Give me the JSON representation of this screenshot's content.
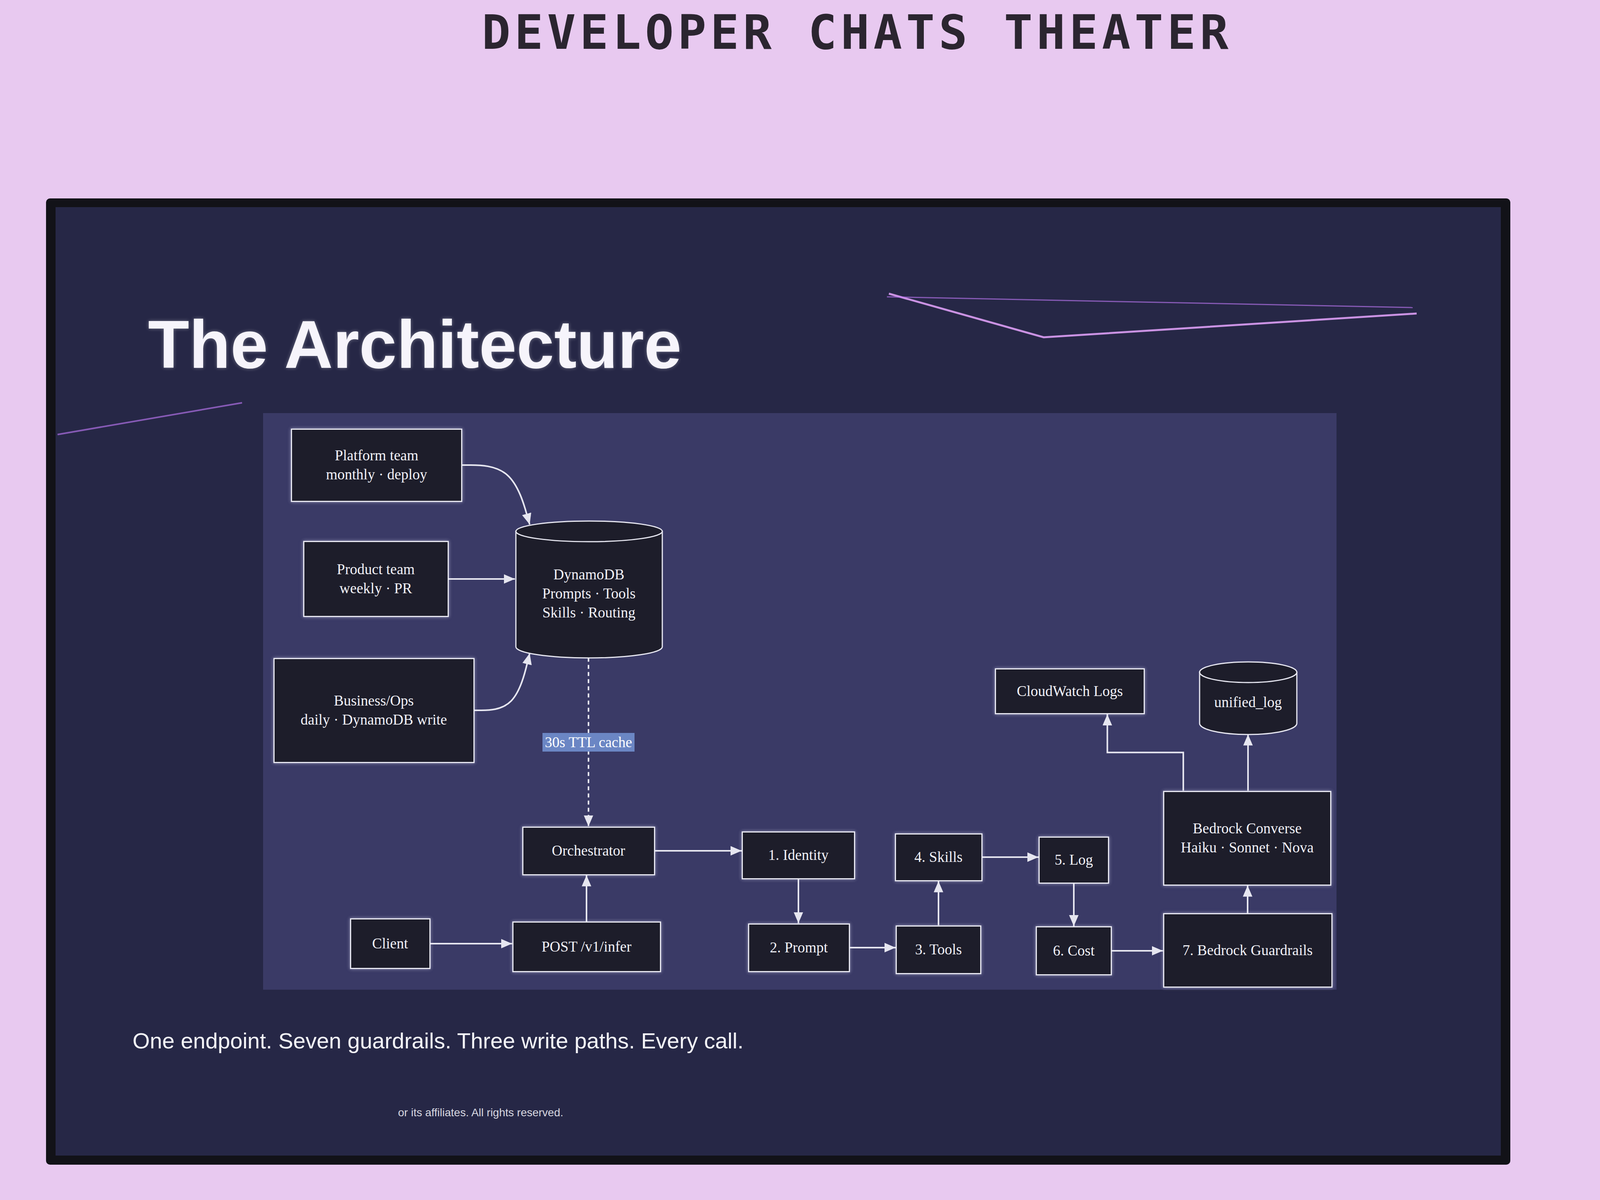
{
  "diagram": {
    "title": "The Architecture",
    "caption": "One endpoint. Seven guardrails. Three write paths. Every call.",
    "nodes": [
      {
        "text": [
          "Platform team",
          "monthly · deploy"
        ]
      },
      {
        "text": [
          "DynamoDB",
          "Prompts · Tools",
          "Skills · Routing"
        ]
      },
      {
        "text": [
          "Product team",
          "weekly · PR"
        ]
      },
      {
        "text": [
          "Business/Ops",
          "daily · DynamoDB write"
        ]
      },
      {
        "text": [
          "CloudWatch Logs"
        ]
      },
      {
        "text": [
          "unified_log"
        ]
      },
      {
        "text": [
          "Bedrock Converse",
          "Haiku · Sonnet · Nova"
        ]
      },
      {
        "text": [
          "Orchestrator"
        ]
      },
      {
        "text": [
          "1. Identity"
        ]
      },
      {
        "text": [
          "4. Skills"
        ]
      },
      {
        "text": [
          "5. Log"
        ]
      },
      {
        "text": [
          "Client"
        ]
      },
      {
        "text": [
          "POST /v1/infer"
        ]
      },
      {
        "text": [
          "2. Prompt"
        ]
      },
      {
        "text": [
          "3. Tools"
        ]
      },
      {
        "text": [
          "6. Cost"
        ]
      },
      {
        "text": [
          "7. Bedrock Guardrails"
        ]
      }
    ],
    "edges": [
      {
        "from": 0,
        "to": 1,
        "arrow": "to"
      },
      {
        "from": 2,
        "to": 1,
        "arrow": "to"
      },
      {
        "from": 3,
        "to": 1,
        "arrow": "to"
      },
      {
        "from": 1,
        "to": 7,
        "label": "30s TTL cache",
        "arrow": "to"
      },
      {
        "from": 11,
        "to": 12,
        "arrow": "to"
      },
      {
        "from": 12,
        "to": 7,
        "arrow": "to"
      },
      {
        "from": 7,
        "to": 8,
        "arrow": "to"
      },
      {
        "from": 8,
        "to": 13,
        "arrow": "to"
      },
      {
        "from": 13,
        "to": 14,
        "arrow": "to"
      },
      {
        "from": 14,
        "to": 9,
        "arrow": "to"
      },
      {
        "from": 9,
        "to": 10,
        "arrow": "to"
      },
      {
        "from": 10,
        "to": 15,
        "arrow": "to"
      },
      {
        "from": 15,
        "to": 16,
        "arrow": "to"
      },
      {
        "from": 16,
        "to": 6,
        "arrow": "to"
      },
      {
        "from": 6,
        "to": 4,
        "arrow": "to"
      },
      {
        "from": 6,
        "to": 5,
        "arrow": "to"
      }
    ],
    "labels": [
      "DEVELOPER CHATS THEATER",
      "or its affiliates. All rights reserved."
    ]
  }
}
